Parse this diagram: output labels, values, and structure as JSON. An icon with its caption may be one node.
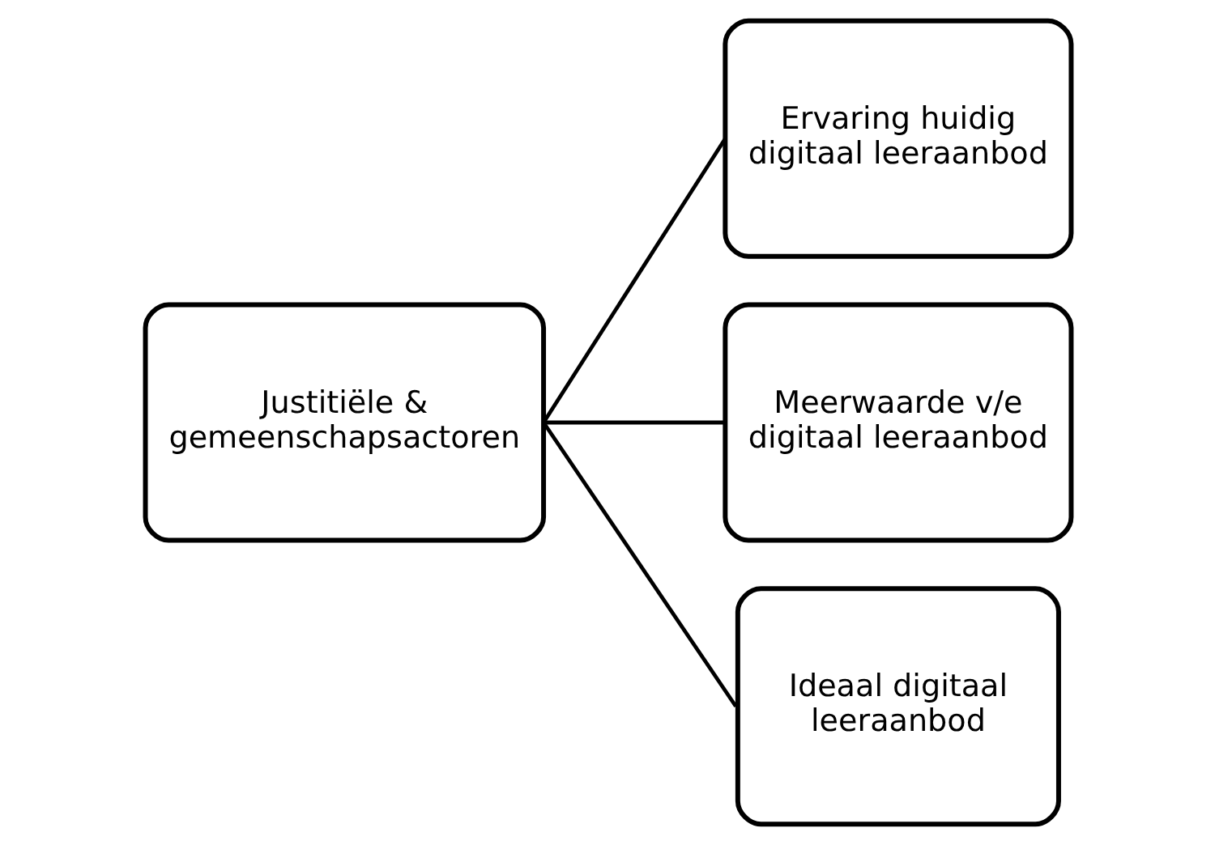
{
  "diagram": {
    "nodes": [
      {
        "text": [
          "Justitiële & gemeenschapsactoren"
        ]
      },
      {
        "text": [
          "Ervaring huidig digitaal leeraanbod"
        ]
      },
      {
        "text": [
          "Meerwaarde v/e digitaal leeraanbod"
        ]
      },
      {
        "text": [
          "Ideaal digitaal leeraanbod"
        ]
      }
    ],
    "edges": [
      {
        "from": 0,
        "to": 1,
        "arrow": "none"
      },
      {
        "from": 0,
        "to": 2,
        "arrow": "none"
      },
      {
        "from": 0,
        "to": 3,
        "arrow": "none"
      }
    ]
  }
}
